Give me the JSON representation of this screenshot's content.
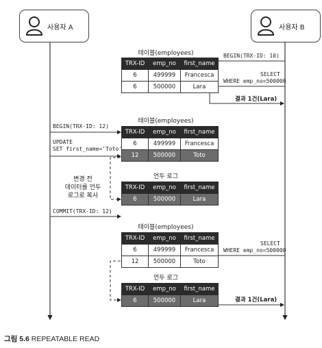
{
  "actors": {
    "a": {
      "label": "사용자 A",
      "icon": "user-icon"
    },
    "b": {
      "label": "사용자 B",
      "icon": "user-icon"
    }
  },
  "table_headers": [
    "TRX-ID",
    "emp_no",
    "first_name"
  ],
  "table1": {
    "caption": "테이블(employees)",
    "rows": [
      [
        "6",
        "499999",
        "Francesca"
      ],
      [
        "6",
        "500000",
        "Lara"
      ]
    ]
  },
  "table2": {
    "caption": "테이블(employees)",
    "rows": [
      [
        "6",
        "499999",
        "Francesca"
      ],
      [
        "12",
        "500000",
        "Toto"
      ]
    ]
  },
  "undo1": {
    "caption": "언두 로그",
    "rows": [
      [
        "6",
        "500000",
        "Lara"
      ]
    ]
  },
  "table3": {
    "caption": "테이블(employees)",
    "rows": [
      [
        "6",
        "499999",
        "Francesca"
      ],
      [
        "12",
        "500000",
        "Toto"
      ]
    ]
  },
  "undo2": {
    "caption": "언두 로그",
    "rows": [
      [
        "6",
        "500000",
        "Lara"
      ]
    ]
  },
  "messages": {
    "b_begin": "BEGIN(TRX-ID: 10)",
    "b_select1": "SELECT",
    "b_select1_where": "WHERE emp_no=500000",
    "b_result1": "결과 1건(Lara)",
    "a_begin": "BEGIN(TRX-ID: 12)",
    "a_update": "UPDATE",
    "a_update_set": "SET first_name='Toto'",
    "note_line1": "변경 전",
    "note_line2": "데이터를 언두",
    "note_line3": "로그로 복사",
    "a_commit": "COMMIT(TRX-ID: 12)",
    "b_select2": "SELECT",
    "b_select2_where": "WHERE emp_no=500000",
    "b_result2": "결과 1건(Lara)"
  },
  "figure_caption": {
    "prefix": "그림 5.6",
    "title": "REPEATABLE READ"
  }
}
